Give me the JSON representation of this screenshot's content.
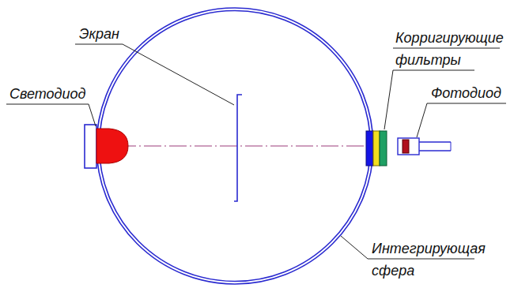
{
  "diagram": {
    "labels": [
      "Экран",
      "Корригирующие фильтры",
      "Светодиод",
      "Фотодиод",
      "Интегрирующая сфера"
    ]
  }
}
